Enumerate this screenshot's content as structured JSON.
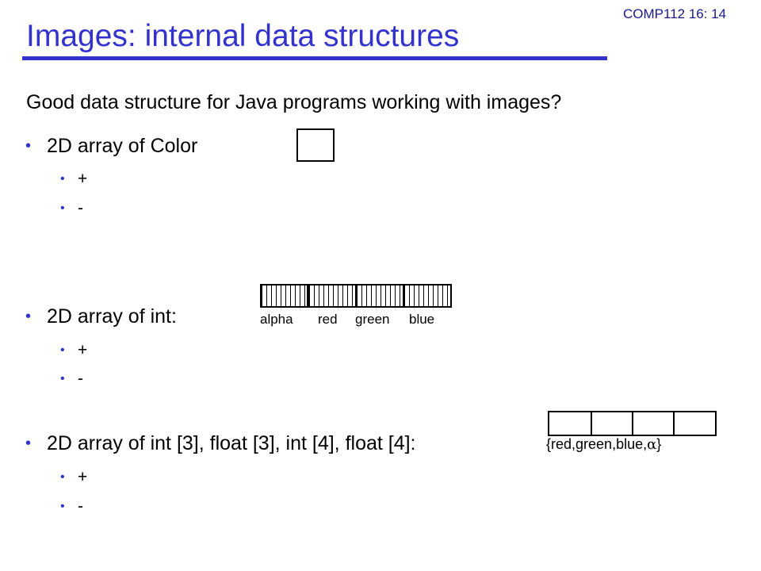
{
  "slide_id": "COMP112 16: 14",
  "title": "Images: internal data structures",
  "subtitle": "Good data structure for Java programs working with images?",
  "bullets": [
    {
      "text": "2D array of Color",
      "sub": [
        "+",
        "-"
      ]
    },
    {
      "text": "2D array of int:",
      "sub": [
        "+",
        "-"
      ],
      "labels": [
        "alpha",
        "red",
        "green",
        "blue"
      ]
    },
    {
      "text": "2D array of  int [3], float [3], int [4], float [4]:",
      "sub": [
        "+",
        "-"
      ],
      "tuple_prefix": "{red,green,blue,",
      "tuple_alpha": "α",
      "tuple_suffix": "}"
    }
  ],
  "bullet_glyph": "•"
}
